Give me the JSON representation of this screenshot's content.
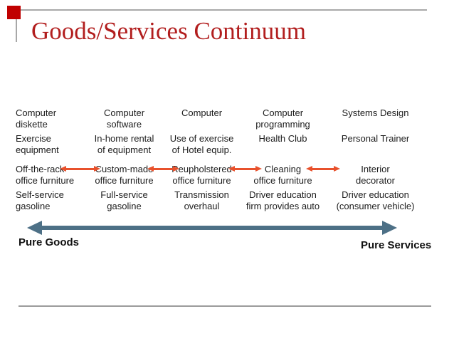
{
  "slide": {
    "title": "Goods/Services Continuum"
  },
  "colors": {
    "title": "#b21e1e",
    "accent_square": "#c00000",
    "mini_arrow": "#e8512c",
    "big_arrow": "#4d7086",
    "border_line": "#a8a8a8",
    "footer_line": "#9b9b9b",
    "text": "#1c1c1c"
  },
  "continuum": {
    "rows": [
      {
        "cells": [
          "Computer\ndiskette",
          "Computer\nsoftware",
          "Computer",
          "Computer\nprogramming",
          "Systems Design"
        ]
      },
      {
        "cells": [
          "Exercise\nequipment",
          "In-home rental\nof equipment",
          "Use of exercise\nof Hotel equip.",
          "Health Club",
          "Personal Trainer"
        ]
      },
      {
        "cells": [
          "Off-the-rack\noffice furniture",
          "Custom-made\noffice furniture",
          "Reupholstered\noffice furniture",
          "Cleaning\noffice furniture",
          "Interior\ndecorator"
        ]
      },
      {
        "cells": [
          "Self-service\ngasoline",
          "Full-service\ngasoline",
          "Transmission\noverhaul",
          "Driver education\nfirm provides auto",
          "Driver education\n(consumer vehicle)"
        ]
      }
    ],
    "axis": {
      "left_label": "Pure Goods",
      "right_label": "Pure Services"
    }
  }
}
